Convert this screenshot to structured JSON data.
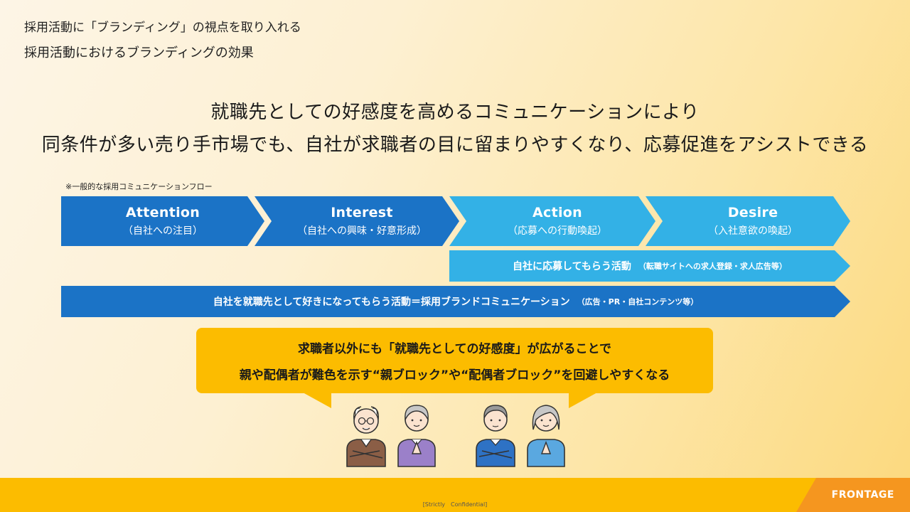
{
  "header": {
    "crumb1": "採用活動に「ブランディング」の視点を取り入れる",
    "crumb2": "採用活動におけるブランディングの効果"
  },
  "headline": {
    "line1": "就職先としての好感度を高めるコミュニケーションにより",
    "line2": "同条件が多い売り手市場でも、自社が求職者の目に留まりやすくなり、応募促進をアシストできる"
  },
  "flow": {
    "note": "※一般的な採用コミュニケーションフロー",
    "steps": [
      {
        "title": "Attention",
        "sub": "（自社への注目）",
        "color": "#1b73c6"
      },
      {
        "title": "Interest",
        "sub": "（自社への興味・好意形成）",
        "color": "#1b73c6"
      },
      {
        "title": "Action",
        "sub": "（応募への行動喚起）",
        "color": "#33b1e6"
      },
      {
        "title": "Desire",
        "sub": "（入社意欲の喚起）",
        "color": "#33b1e6"
      }
    ],
    "bar_apply": {
      "main": "自社に応募してもらう活動",
      "sub": "（転職サイトへの求人登録・求人広告等）"
    },
    "bar_brand": {
      "main": "自社を就職先として好きになってもらう活動＝採用ブランドコミュニケーション",
      "sub": "（広告・PR・自社コンテンツ等）"
    }
  },
  "callout": {
    "line1": "求職者以外にも「就職先としての好感度」が広がることで",
    "line2": "親や配偶者が難色を示す“親ブロック”や“配偶者ブロック”を回避しやすくなる"
  },
  "footer": {
    "confidential": "[Strictly　Confidential]",
    "brand": "FRONTAGE"
  },
  "colors": {
    "dark_blue": "#1b73c6",
    "light_blue": "#33b1e6",
    "yellow": "#fcbc00",
    "orange": "#f5961f"
  }
}
